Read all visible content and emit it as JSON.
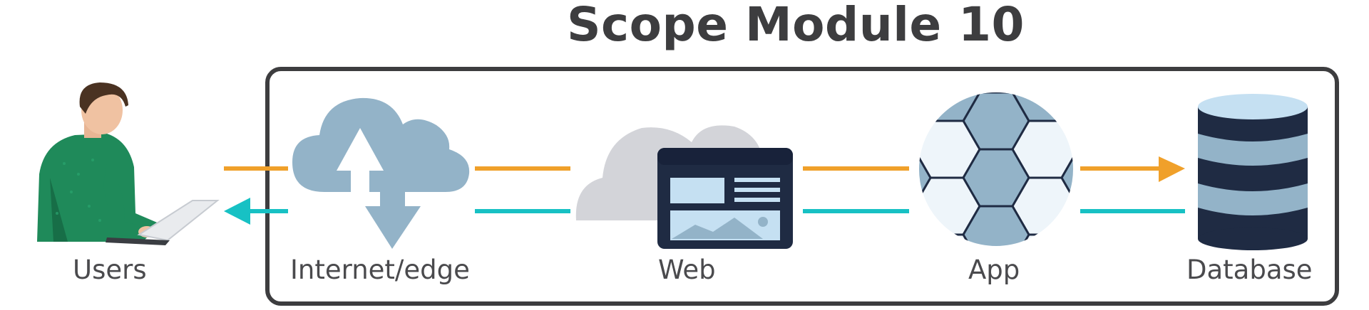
{
  "title": "Scope Module 10",
  "nodes": {
    "users": "Users",
    "internet": "Internet/edge",
    "web": "Web",
    "app": "App",
    "database": "Database"
  },
  "colors": {
    "request_arrow": "#f0a02a",
    "response_arrow": "#17c1c4",
    "cloud_blue": "#93b3c8",
    "cloud_grey": "#d3d4d9",
    "navy": "#1f2b43",
    "light_blue": "#c5e0f2",
    "hex_light": "#eef5fa",
    "box_border": "#3d3d3f"
  },
  "icons": [
    "person-with-laptop-icon",
    "cloud-upload-download-icon",
    "web-page-cloud-icon",
    "hexagon-app-icon",
    "database-cylinder-icon"
  ]
}
